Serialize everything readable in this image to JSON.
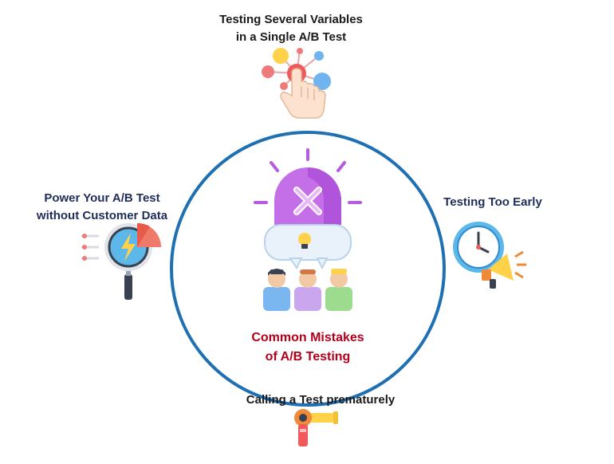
{
  "center": {
    "title_line1": "Common Mistakes",
    "title_line2": "of A/B Testing"
  },
  "items": {
    "top": {
      "line1": "Testing Several Variables",
      "line2": "in a Single A/B Test",
      "icon": "network-touch-icon"
    },
    "left": {
      "line1": "Power Your A/B Test",
      "line2": "without Customer Data",
      "icon": "magnifier-chart-icon"
    },
    "right": {
      "line1": "Testing Too Early",
      "icon": "clock-megaphone-icon"
    },
    "bottom": {
      "line1": "Calling a Test prematurely",
      "icon": "hairdryer-icon"
    }
  },
  "colors": {
    "ring": "#1f6fb3",
    "center_title": "#b3001b",
    "item_label": "#1f2d5a",
    "accent_purple": "#b75be0"
  }
}
